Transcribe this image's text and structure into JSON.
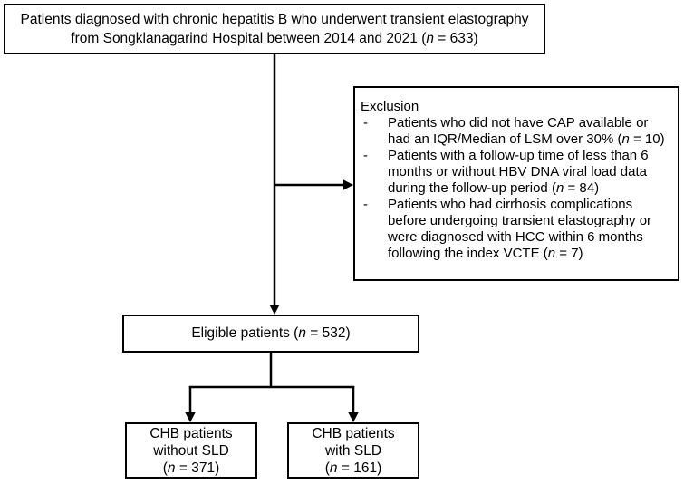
{
  "colors": {
    "background": "#ffffff",
    "border": "#000000",
    "text": "#000000"
  },
  "diagram": {
    "top_box": {
      "line1": "Patients diagnosed with chronic hepatitis B who underwent transient elastography",
      "line2": {
        "pre": "from Songklanagarind Hospital between 2014 and 2021 (",
        "n": "n",
        "post": " = 633)"
      }
    },
    "exclusion_box": {
      "title": "Exclusion",
      "bullet": "-",
      "items": [
        {
          "pre": "Patients who did not have CAP available or had an IQR/Median of LSM over 30% (",
          "n": "n",
          "post": " = 10)"
        },
        {
          "pre": "Patients with a follow-up time of less than 6 months or without HBV DNA viral load data during the follow-up period (",
          "n": "n",
          "post": " = 84)"
        },
        {
          "pre": "Patients who had cirrhosis complications before undergoing transient elastography or were diagnosed with HCC within 6 months following the index VCTE (",
          "n": "n",
          "post": " = 7)"
        }
      ]
    },
    "eligible_box": {
      "line": {
        "pre": "Eligible patients (",
        "n": "n",
        "post": " = 532)"
      }
    },
    "left_box": {
      "line1": "CHB patients",
      "line2": "without SLD",
      "line3": {
        "pre": "(",
        "n": "n",
        "post": " = 371)"
      }
    },
    "right_box": {
      "line1": "CHB patients",
      "line2": "with SLD",
      "line3": {
        "pre": "(",
        "n": "n",
        "post": " = 161)"
      }
    }
  }
}
